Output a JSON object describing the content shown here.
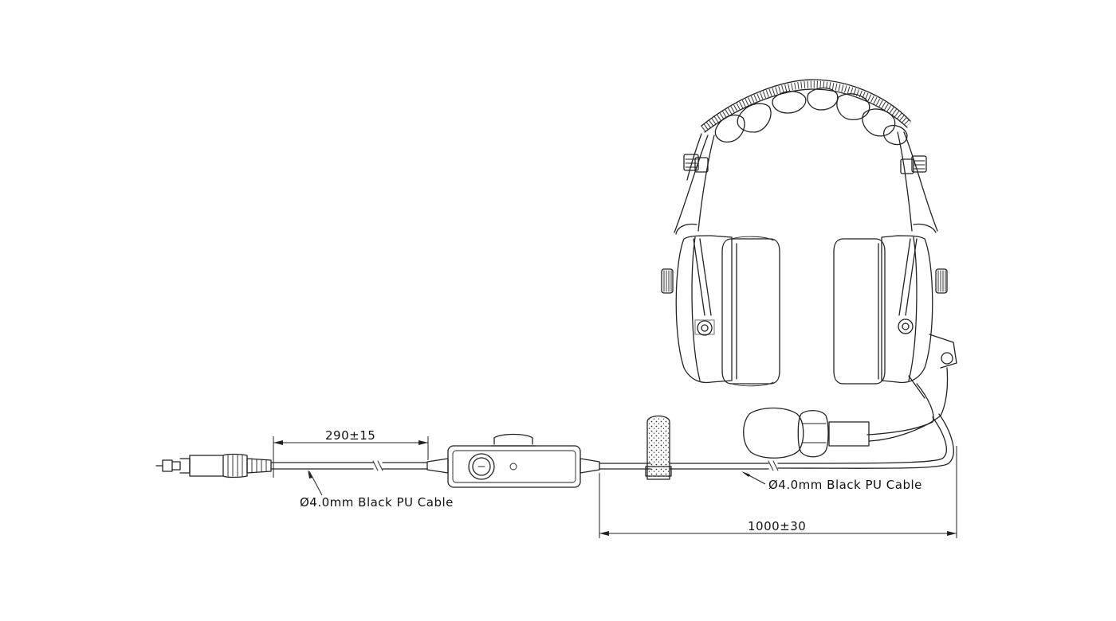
{
  "dimensions": {
    "length_short": "290±15",
    "length_long": "1000±30"
  },
  "cable_labels": {
    "left": "Ø4.0mm Black PU Cable",
    "right": "Ø4.0mm Black PU Cable"
  },
  "colors": {
    "line": "#222222",
    "background": "#ffffff"
  }
}
